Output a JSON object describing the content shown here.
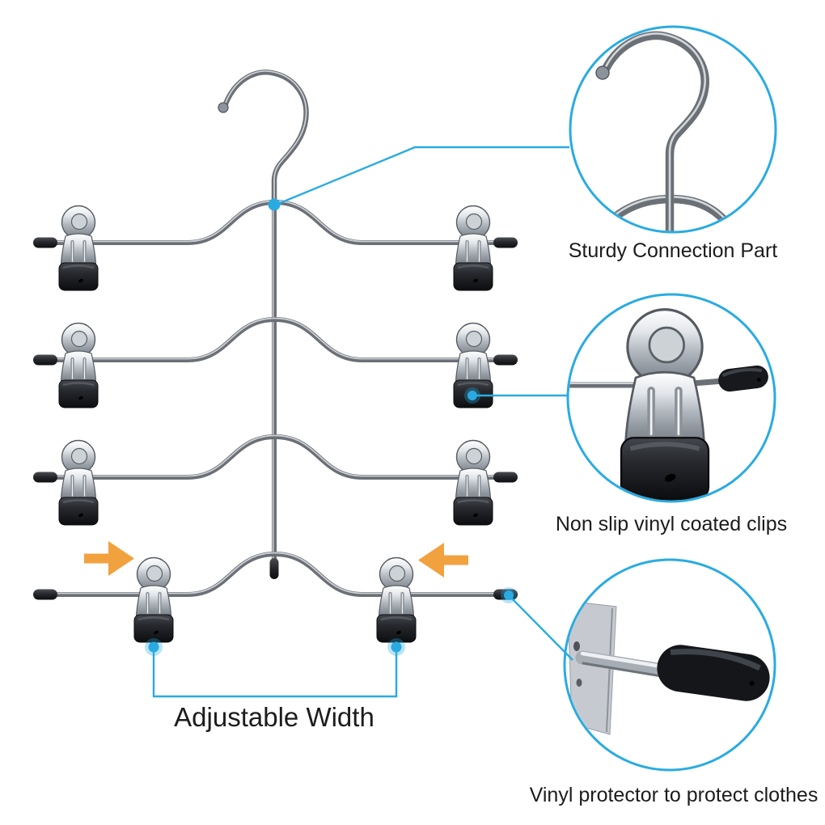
{
  "labels": {
    "connection": "Sturdy Connection Part",
    "clips": "Non slip vinyl coated clips",
    "protector": "Vinyl protector to protect clothes",
    "adjustable_width": "Adjustable Width"
  },
  "product": {
    "tier_count": 4,
    "clips_per_tier": 2,
    "callout_count": 3
  },
  "colors": {
    "accent_blue": "#29ABE2",
    "arrow_orange": "#F1A23F",
    "vinyl_black": "#17191C",
    "metal_gray": "#6B7076",
    "label_text": "#1C1C1E",
    "background": "#FFFFFF"
  },
  "icons": {
    "hook": "hanger-hook-icon",
    "clip": "pant-clip-icon",
    "arrow_right": "arrow-right-icon",
    "arrow_left": "arrow-left-icon",
    "dot": "callout-dot-icon",
    "circle": "magnifier-circle-icon"
  }
}
